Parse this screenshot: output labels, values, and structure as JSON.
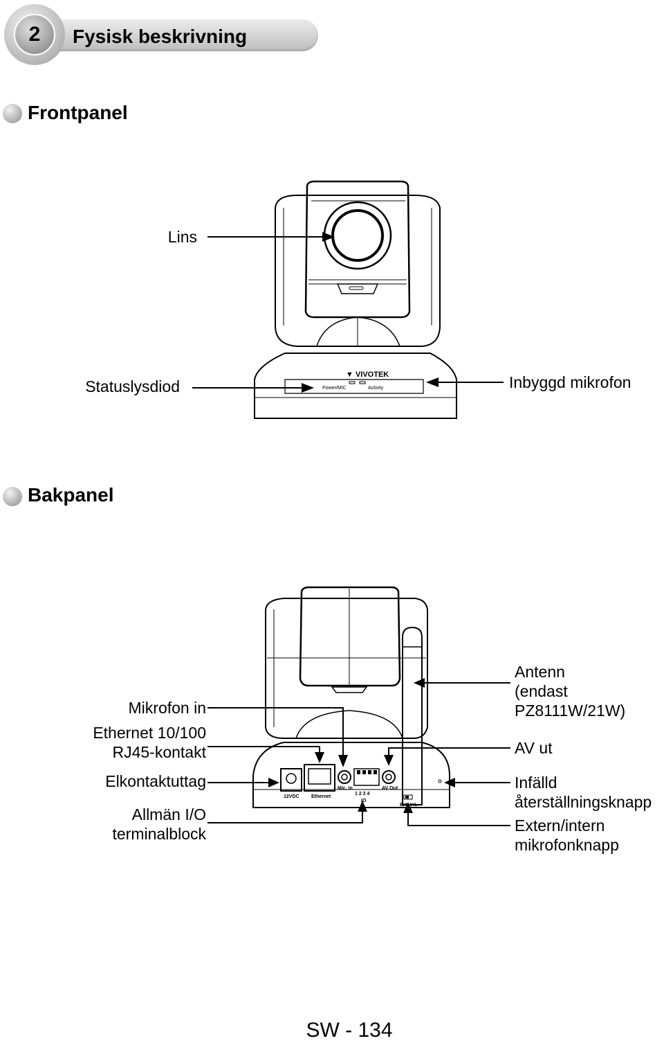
{
  "chapter": {
    "number": "2",
    "title": "Fysisk beskrivning"
  },
  "front": {
    "heading": "Frontpanel",
    "labels": {
      "lens": "Lins",
      "status_led": "Statuslysdiod",
      "mic": "Inbyggd mikrofon"
    },
    "device": {
      "brand": "VIVOTEK",
      "power_label": "Power/MIC",
      "activity_label": "Activity"
    }
  },
  "back": {
    "heading": "Bakpanel",
    "labels": {
      "mic_in": "Mikrofon in",
      "ethernet_1": "Ethernet 10/100",
      "ethernet_2": "RJ45-kontakt",
      "power_jack": "Elkontaktuttag",
      "io_1": "Allmän I/O",
      "io_2": "terminalblock",
      "antenna_1": "Antenn",
      "antenna_2": "(endast",
      "antenna_3": "PZ8111W/21W)",
      "av_out": "AV ut",
      "reset_1": "Infälld",
      "reset_2": "återställningsknapp",
      "micswitch_1": "Extern/intern",
      "micswitch_2": "mikrofonknapp"
    },
    "device": {
      "dc_label": "12VDC",
      "ethernet_label": "Ethernet",
      "mic_label": "Mic. In",
      "av_label": "AV Out",
      "io_label": "IO",
      "io_pins": "1 2 3 4",
      "ext_int_label": "Ext. Int."
    }
  },
  "page_number": "SW - 134"
}
